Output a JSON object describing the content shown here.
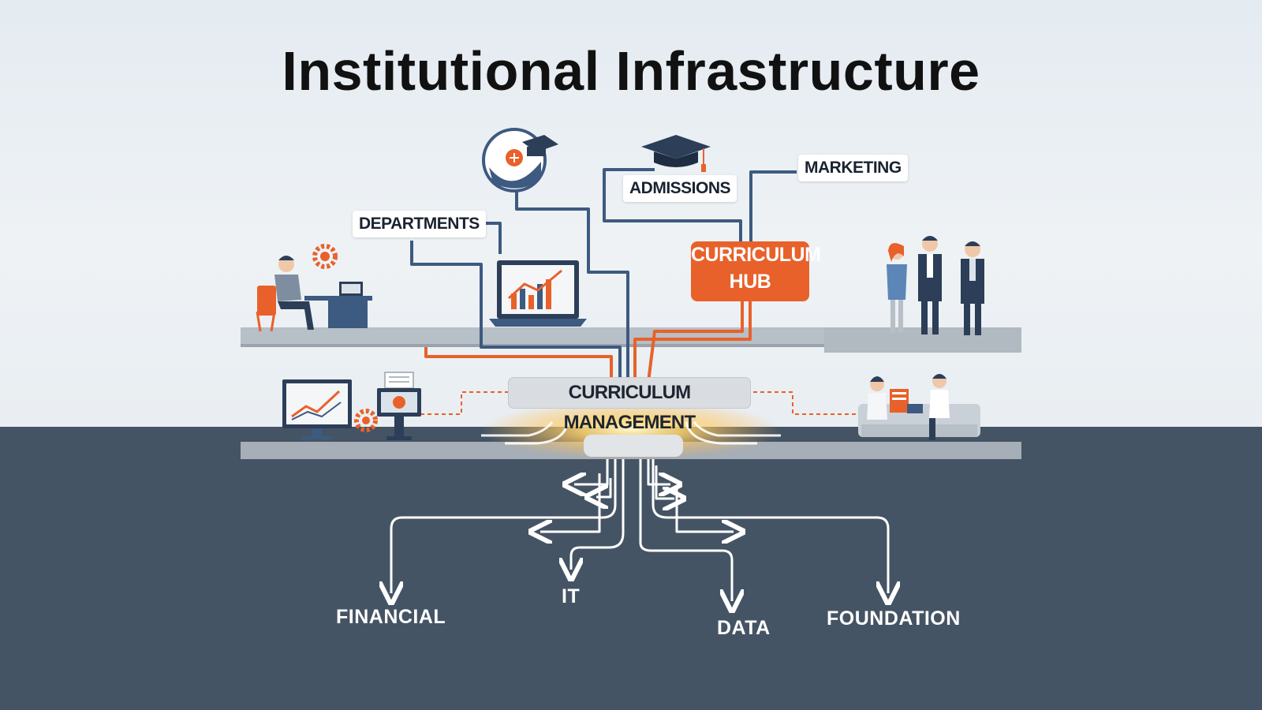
{
  "title": "Institutional Infrastructure",
  "top_labels": {
    "departments": "DEPARTMENTS",
    "admissions": "ADMISSIONS",
    "marketing": "MARKETING"
  },
  "hub": {
    "line1": "CURRICULUM",
    "line2": "HUB"
  },
  "center": "CURRICULUM MANAGEMENT",
  "bottom_labels": {
    "financial": "FINANCIAL",
    "it": "IT",
    "data": "DATA",
    "foundation": "FOUNDATION"
  },
  "colors": {
    "accent_orange": "#e8612a",
    "line_blue": "#3d5a80",
    "ground": "#455464",
    "glow": "#ffd36a"
  },
  "icons": [
    "graduation-cap-icon",
    "gear-icon",
    "laptop-chart-icon",
    "monitor-chart-icon",
    "globe-cap-icon"
  ]
}
